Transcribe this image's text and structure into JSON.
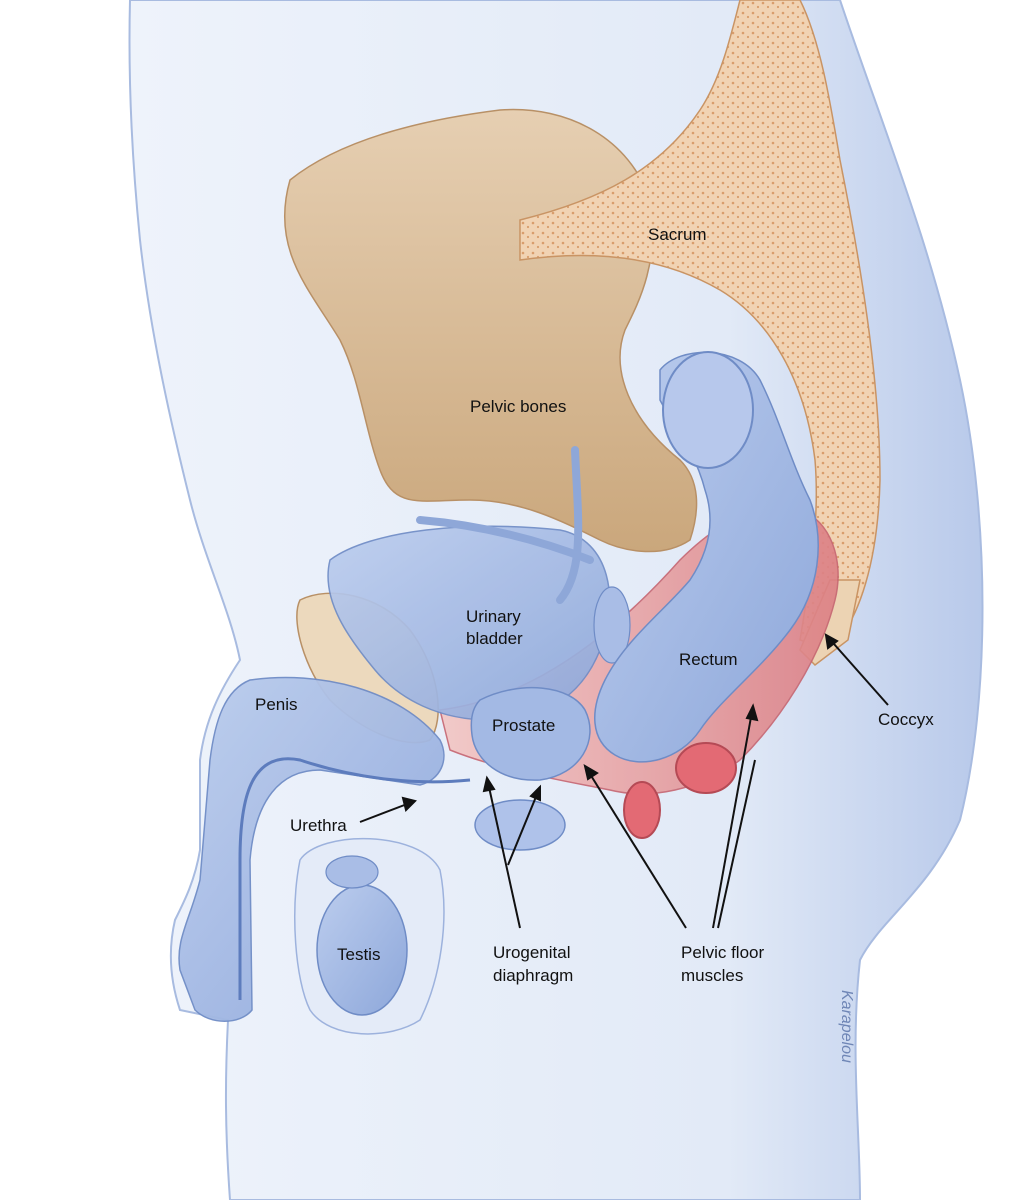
{
  "labels": {
    "sacrum": "Sacrum",
    "pelvic_bones": "Pelvic bones",
    "urinary_bladder_line1": "Urinary",
    "urinary_bladder_line2": "bladder",
    "rectum": "Rectum",
    "prostate": "Prostate",
    "penis": "Penis",
    "urethra": "Urethra",
    "coccyx": "Coccyx",
    "testis": "Testis",
    "urogenital_line1": "Urogenital",
    "urogenital_line2": "diaphragm",
    "pelvic_floor_line1": "Pelvic floor",
    "pelvic_floor_line2": "muscles"
  },
  "signature": "Karapelou",
  "colors": {
    "skin": "#dbe5f5",
    "skin_edge": "#8fa6d3",
    "bone": "#d9bd9a",
    "bone_dark": "#c29c6e",
    "organ": "#9fb6e2",
    "organ_edge": "#6f8cc6",
    "muscle": "#e7a0a0",
    "muscle_dark": "#d76b73"
  }
}
